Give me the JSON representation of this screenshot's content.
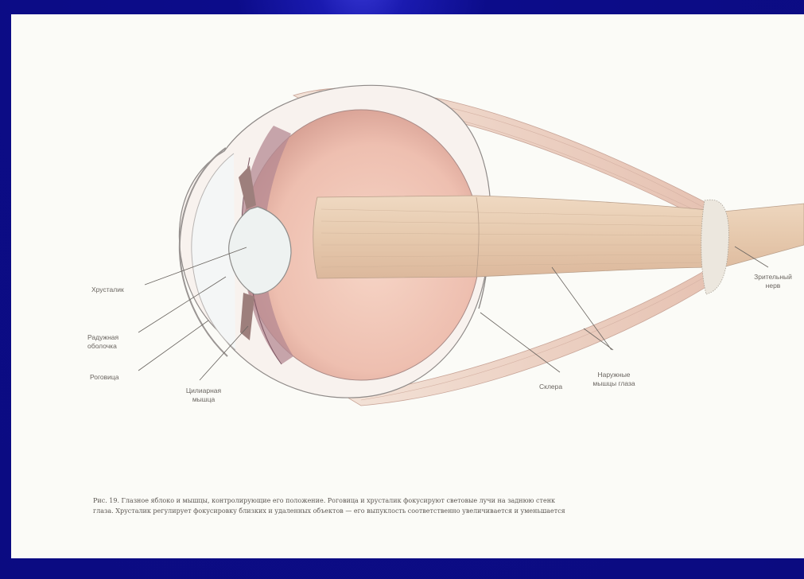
{
  "labels": {
    "lens": "Хрусталик",
    "iris": "Радужная\nоболочка",
    "cornea": "Роговица",
    "ciliary": "Цилиарная\nмышца",
    "sclera": "Склера",
    "muscles": "Наружные\nмышцы глаза",
    "optic_nerve": "Зрительный\nнерв"
  },
  "caption": {
    "line1": "Рис. 19. Глазное яблоко и мышцы, контролирующие его положение. Роговица и хрусталик фокусируют световые лучи на заднюю стенк",
    "line2": "глаза. Хрусталик регулирует фокусировку близких и удаленных объектов — его выпуклость соответственно увеличивается и уменьшается"
  },
  "colors": {
    "slide_border": "#0c0c8a",
    "page": "#fbfbf7",
    "eyeball": "#eec5b6",
    "muscle": "#e9cfc0",
    "nerve": "#eedcc4"
  }
}
